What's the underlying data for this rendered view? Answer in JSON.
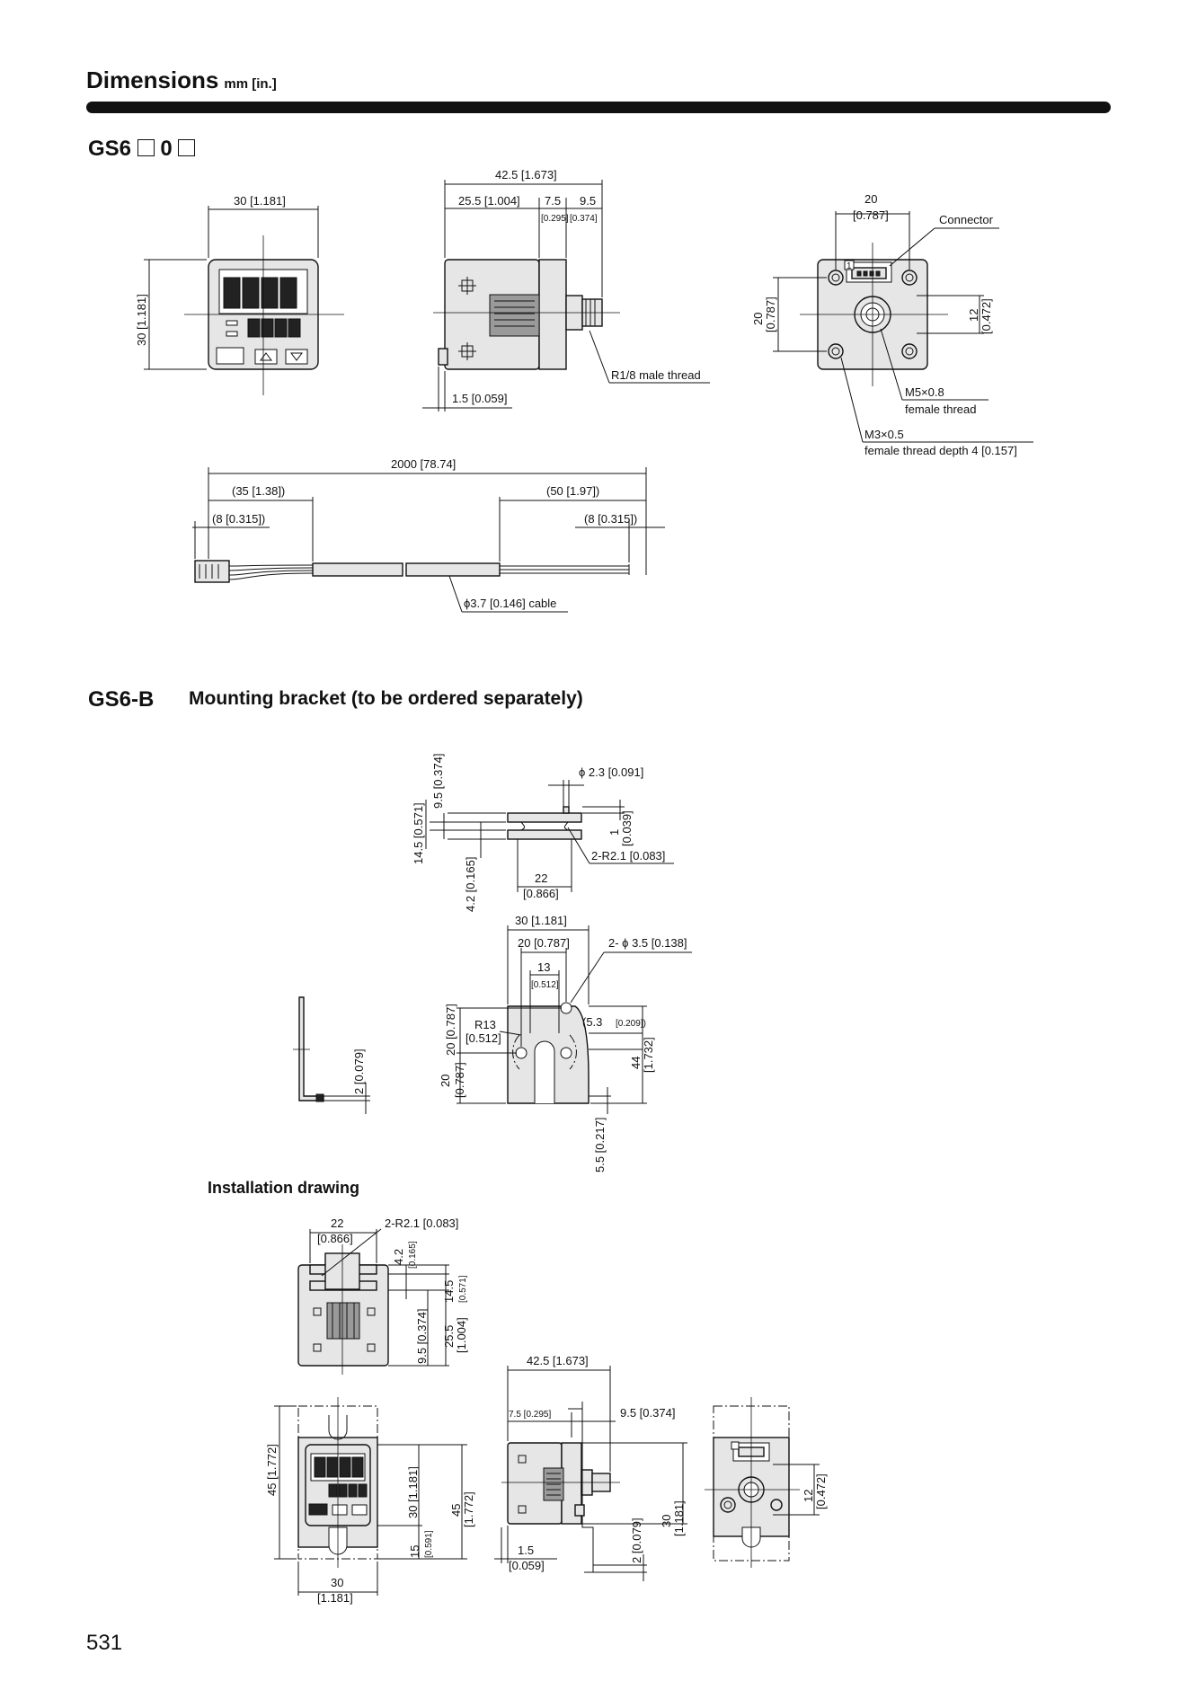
{
  "header": {
    "title": "Dimensions",
    "unit": "mm [in.]"
  },
  "section1": {
    "model": "GS6",
    "model_mid": "0"
  },
  "section2": {
    "model": "GS6-B",
    "title": "Mounting bracket (to be ordered separately)"
  },
  "installation": {
    "title": "Installation drawing"
  },
  "page_number": "531",
  "labels": {
    "front_w": "30 [1.181]",
    "front_h": "30 [1.181]",
    "side_total": "42.5 [1.673]",
    "side_body": "25.5 [1.004]",
    "side_a": "7.5",
    "side_a_in": "[0.295]",
    "side_b": "9.5",
    "side_b_in": "[0.374]",
    "side_thread": "R1/8 male thread",
    "side_base": "1.5 [0.059]",
    "rear_w": "20",
    "rear_w_in": "[0.787]",
    "rear_connector": "Connector",
    "rear_h": "20",
    "rear_h_in": "[0.787]",
    "rear_12": "12",
    "rear_12_in": "[0.472]",
    "rear_m5": "M5×0.8",
    "rear_m5_b": "female thread",
    "rear_m3": "M3×0.5",
    "rear_m3_b": "female thread  depth 4 [0.157]",
    "cable_total": "2000 [78.74]",
    "cable_35": "(35 [1.38])",
    "cable_50": "(50 [1.97])",
    "cable_8a": "(8 [0.315])",
    "cable_8b": "(8 [0.315])",
    "cable_dia": "ϕ3.7 [0.146] cable",
    "b_dia": "ϕ 2.3 [0.091]",
    "b_95": "9.5 [0.374]",
    "b_145": "14.5 [0.571]",
    "b_1": "1",
    "b_1_in": "[0.039]",
    "b_r21": "2-R2.1 [0.083]",
    "b_42": "4.2 [0.165]",
    "b_22": "22",
    "b_22_in": "[0.866]",
    "b_30": "30 [1.181]",
    "b_20w": "20 [0.787]",
    "b_13": "13",
    "b_13_in": "[0.512]",
    "b_hole": "2- ϕ 3.5 [0.138]",
    "b_r13": "R13",
    "b_r13_in": "[0.512]",
    "b_53": "(5.3",
    "b_53_in": "[0.209])",
    "b_20h": "20 [0.787]",
    "b_20l": "20",
    "b_20l_in": "[0.787]",
    "b_44": "44",
    "b_44_in": "[1.732]",
    "b_55": "5.5 [0.217]",
    "b_2": "2 [0.079]",
    "i_22": "22",
    "i_22_in": "[0.866]",
    "i_r21": "2-R2.1 [0.083]",
    "i_42": "4.2",
    "i_42_in": "[0.165]",
    "i_145": "14.5",
    "i_145_in": "[0.571]",
    "i_95": "9.5 [0.374]",
    "i_255": "25.5",
    "i_255_in": "[1.004]",
    "i_425": "42.5 [1.673]",
    "i_75": "7.5 [0.295]",
    "i_95b": "9.5 [0.374]",
    "i_45": "45 [1.772]",
    "i_30v": "30 [1.181]",
    "i_45b": "45",
    "i_45b_in": "[1.772]",
    "i_15": "15",
    "i_15_in": "[0.591]",
    "i_30h": "30",
    "i_30h_in": "[1.181]",
    "i_2": "2 [0.079]",
    "i_30s": "30",
    "i_30s_in": "[1.181]",
    "i_15b": "1.5",
    "i_15b_in": "[0.059]",
    "i_12": "12",
    "i_12_in": "[0.472]"
  }
}
